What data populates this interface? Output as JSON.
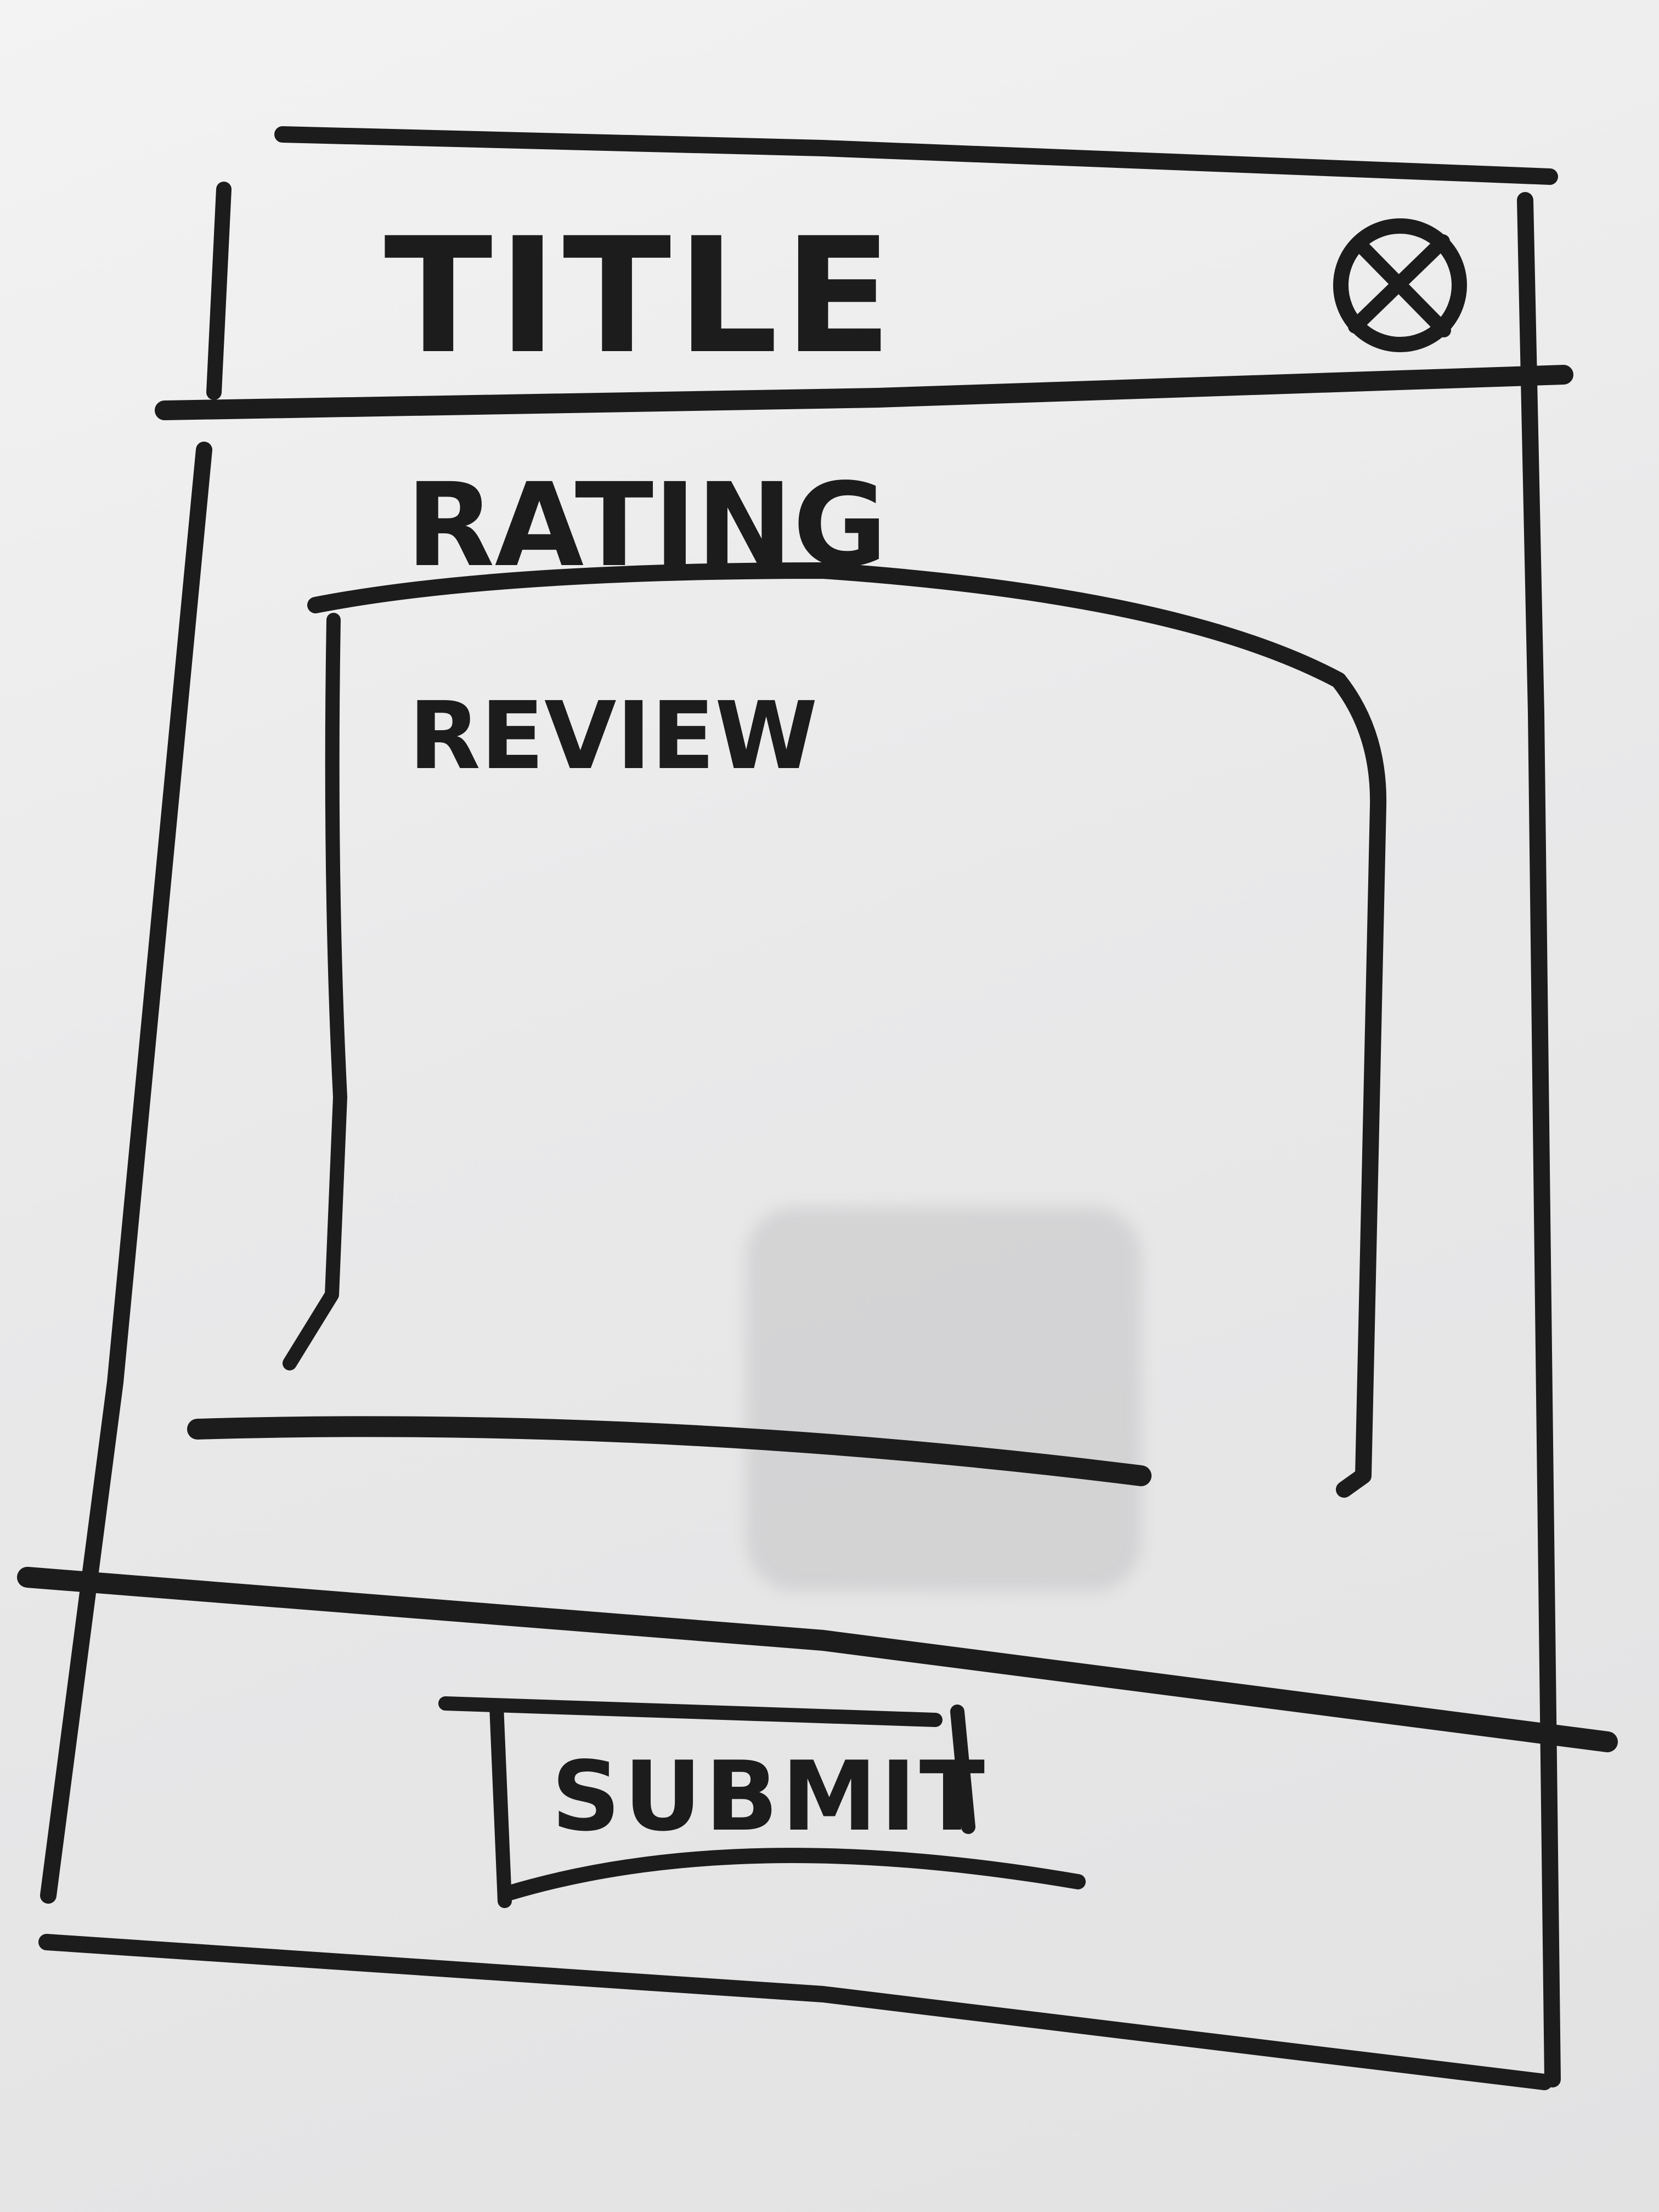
{
  "dialog": {
    "title": "TITLE",
    "close_icon": "close-icon",
    "rating_label": "RATING",
    "review_placeholder": "REVIEW",
    "submit_label": "SUBMIT"
  },
  "colors": {
    "marker": "#1c1c1c",
    "whiteboard": "#ececec"
  }
}
